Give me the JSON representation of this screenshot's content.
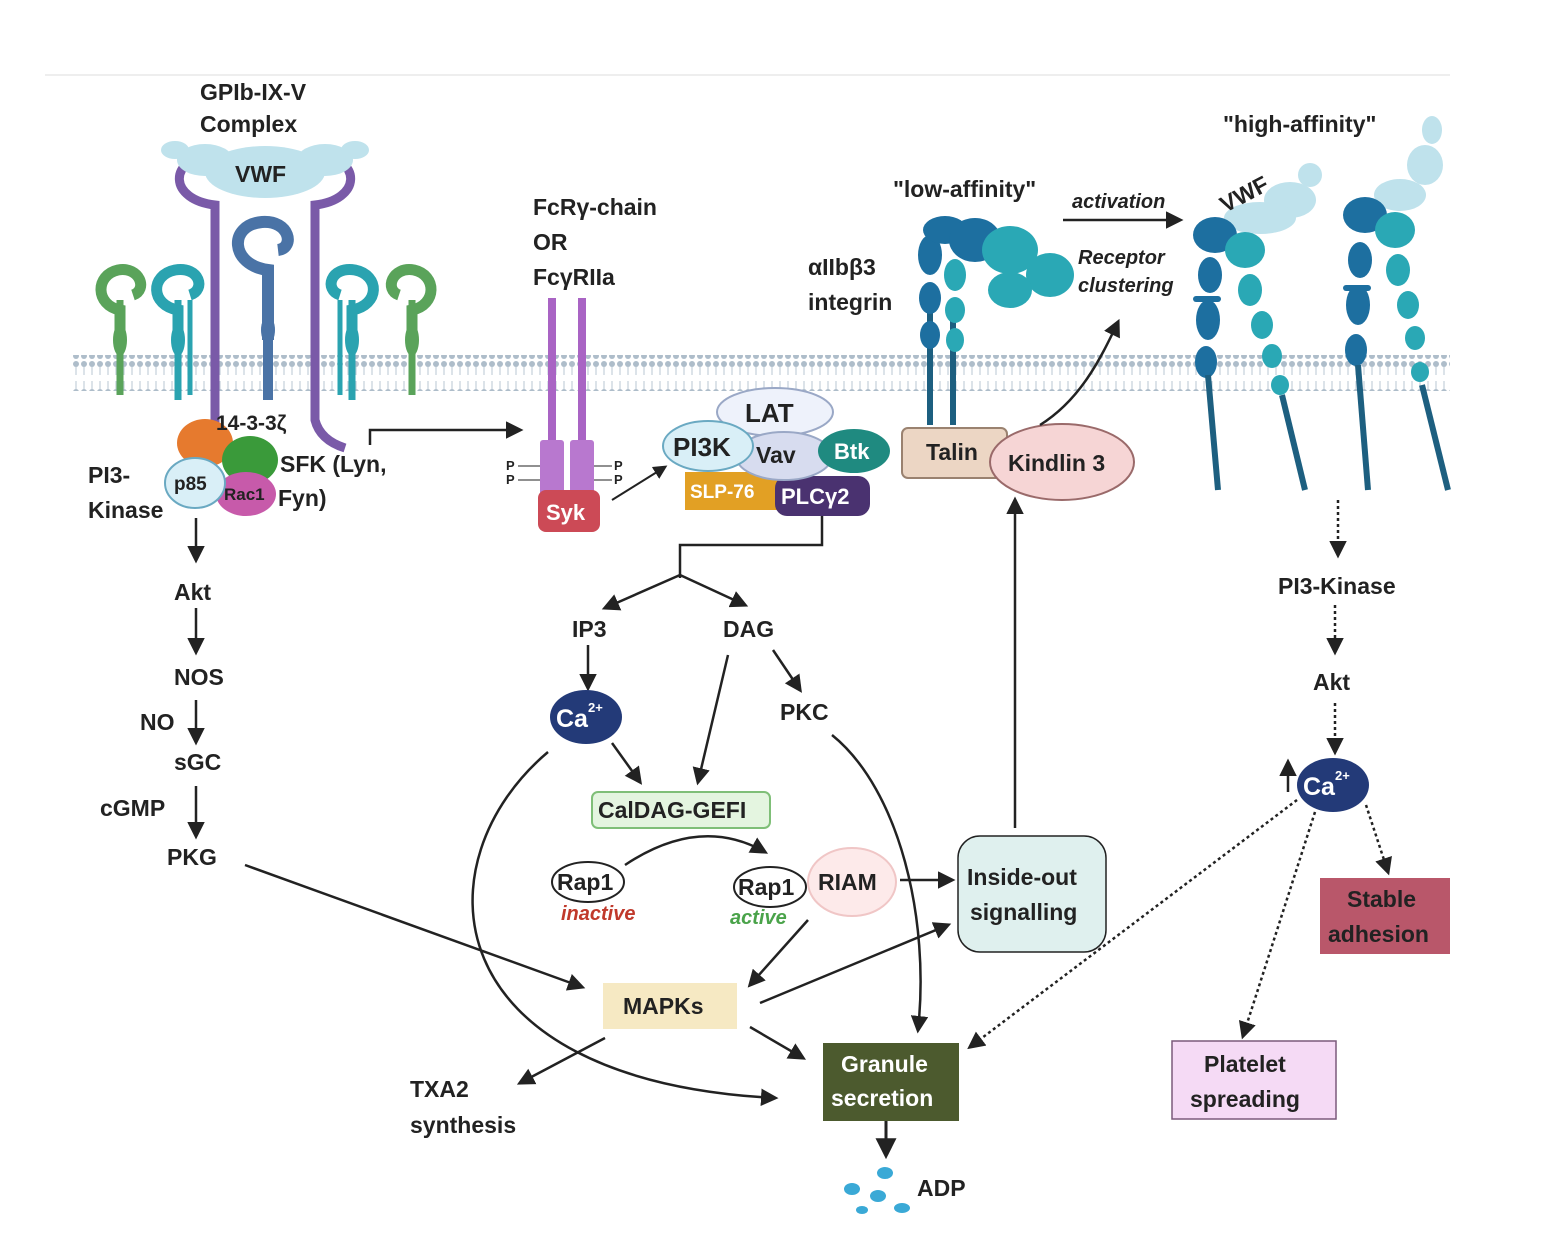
{
  "colors": {
    "vwf": "#bfe2ec",
    "gpib": "#7a5aa8",
    "green_receptor": "#5aa35a",
    "teal_receptor": "#2aa3b0",
    "integrin_dark": "#1d6fa0",
    "integrin_teal": "#2ab0b5",
    "membrane": "#b8c7d3",
    "calcium": "#233a78",
    "calDAG_fill": "#e4f5e0",
    "mapk_fill": "#f6e9c3",
    "granule_fill": "#4c5a2e",
    "stable_fill": "#b9576a",
    "spreading_fill": "#f5daf5",
    "insideout_fill": "#dff0ee",
    "talin_fill": "#ecd6c4",
    "kindlin_fill": "#f6d5d5"
  },
  "gpib": {
    "title_line1": "GPIb-IX-V",
    "title_line2": "Complex",
    "vwf_label": "VWF",
    "protein_14_3_3": "14-3-3ζ",
    "p85": "p85",
    "rac1": "Rac1",
    "pi3k_line1": "PI3-",
    "pi3k_line2": "Kinase",
    "sfk_line1": "SFK (Lyn,",
    "sfk_line2": "Fyn)"
  },
  "left_pathway": {
    "akt": "Akt",
    "nos": "NOS",
    "no": "NO",
    "sgc": "sGC",
    "cgmp": "cGMP",
    "pkg": "PKG"
  },
  "fc": {
    "line1": "FcRγ-chain",
    "line2": "OR",
    "line3": "FcγRIIa",
    "syk": "Syk",
    "p": "P"
  },
  "complex": {
    "lat": "LAT",
    "pi3k": "PI3K",
    "vav": "Vav",
    "btk": "Btk",
    "slp76": "SLP-76",
    "plcg2": "PLCγ2"
  },
  "middle": {
    "ip3": "IP3",
    "dag": "DAG",
    "ca": "Ca",
    "ca_sup": "2+",
    "pkc": "PKC",
    "caldag": "CalDAG-GEFI",
    "rap1": "Rap1",
    "inactive": "inactive",
    "active": "active",
    "riam": "RIAM",
    "mapks": "MAPKs",
    "txa2_line1": "TXA2",
    "txa2_line2": "synthesis",
    "granule_line1": "Granule",
    "granule_line2": "secretion",
    "adp": "ADP",
    "insideout_line1": "Inside-out",
    "insideout_line2": "signalling"
  },
  "integrin": {
    "label_line1": "αIIbβ3",
    "label_line2": "integrin",
    "low_affinity": "\"low-affinity\"",
    "high_affinity": "\"high-affinity\"",
    "activation": "activation",
    "receptor": "Receptor",
    "clustering": "clustering",
    "vwf": "VWF",
    "talin": "Talin",
    "kindlin": "Kindlin 3"
  },
  "right_pathway": {
    "pi3k": "PI3-Kinase",
    "akt": "Akt",
    "stable_line1": "Stable",
    "stable_line2": "adhesion",
    "spreading_line1": "Platelet",
    "spreading_line2": "spreading"
  }
}
